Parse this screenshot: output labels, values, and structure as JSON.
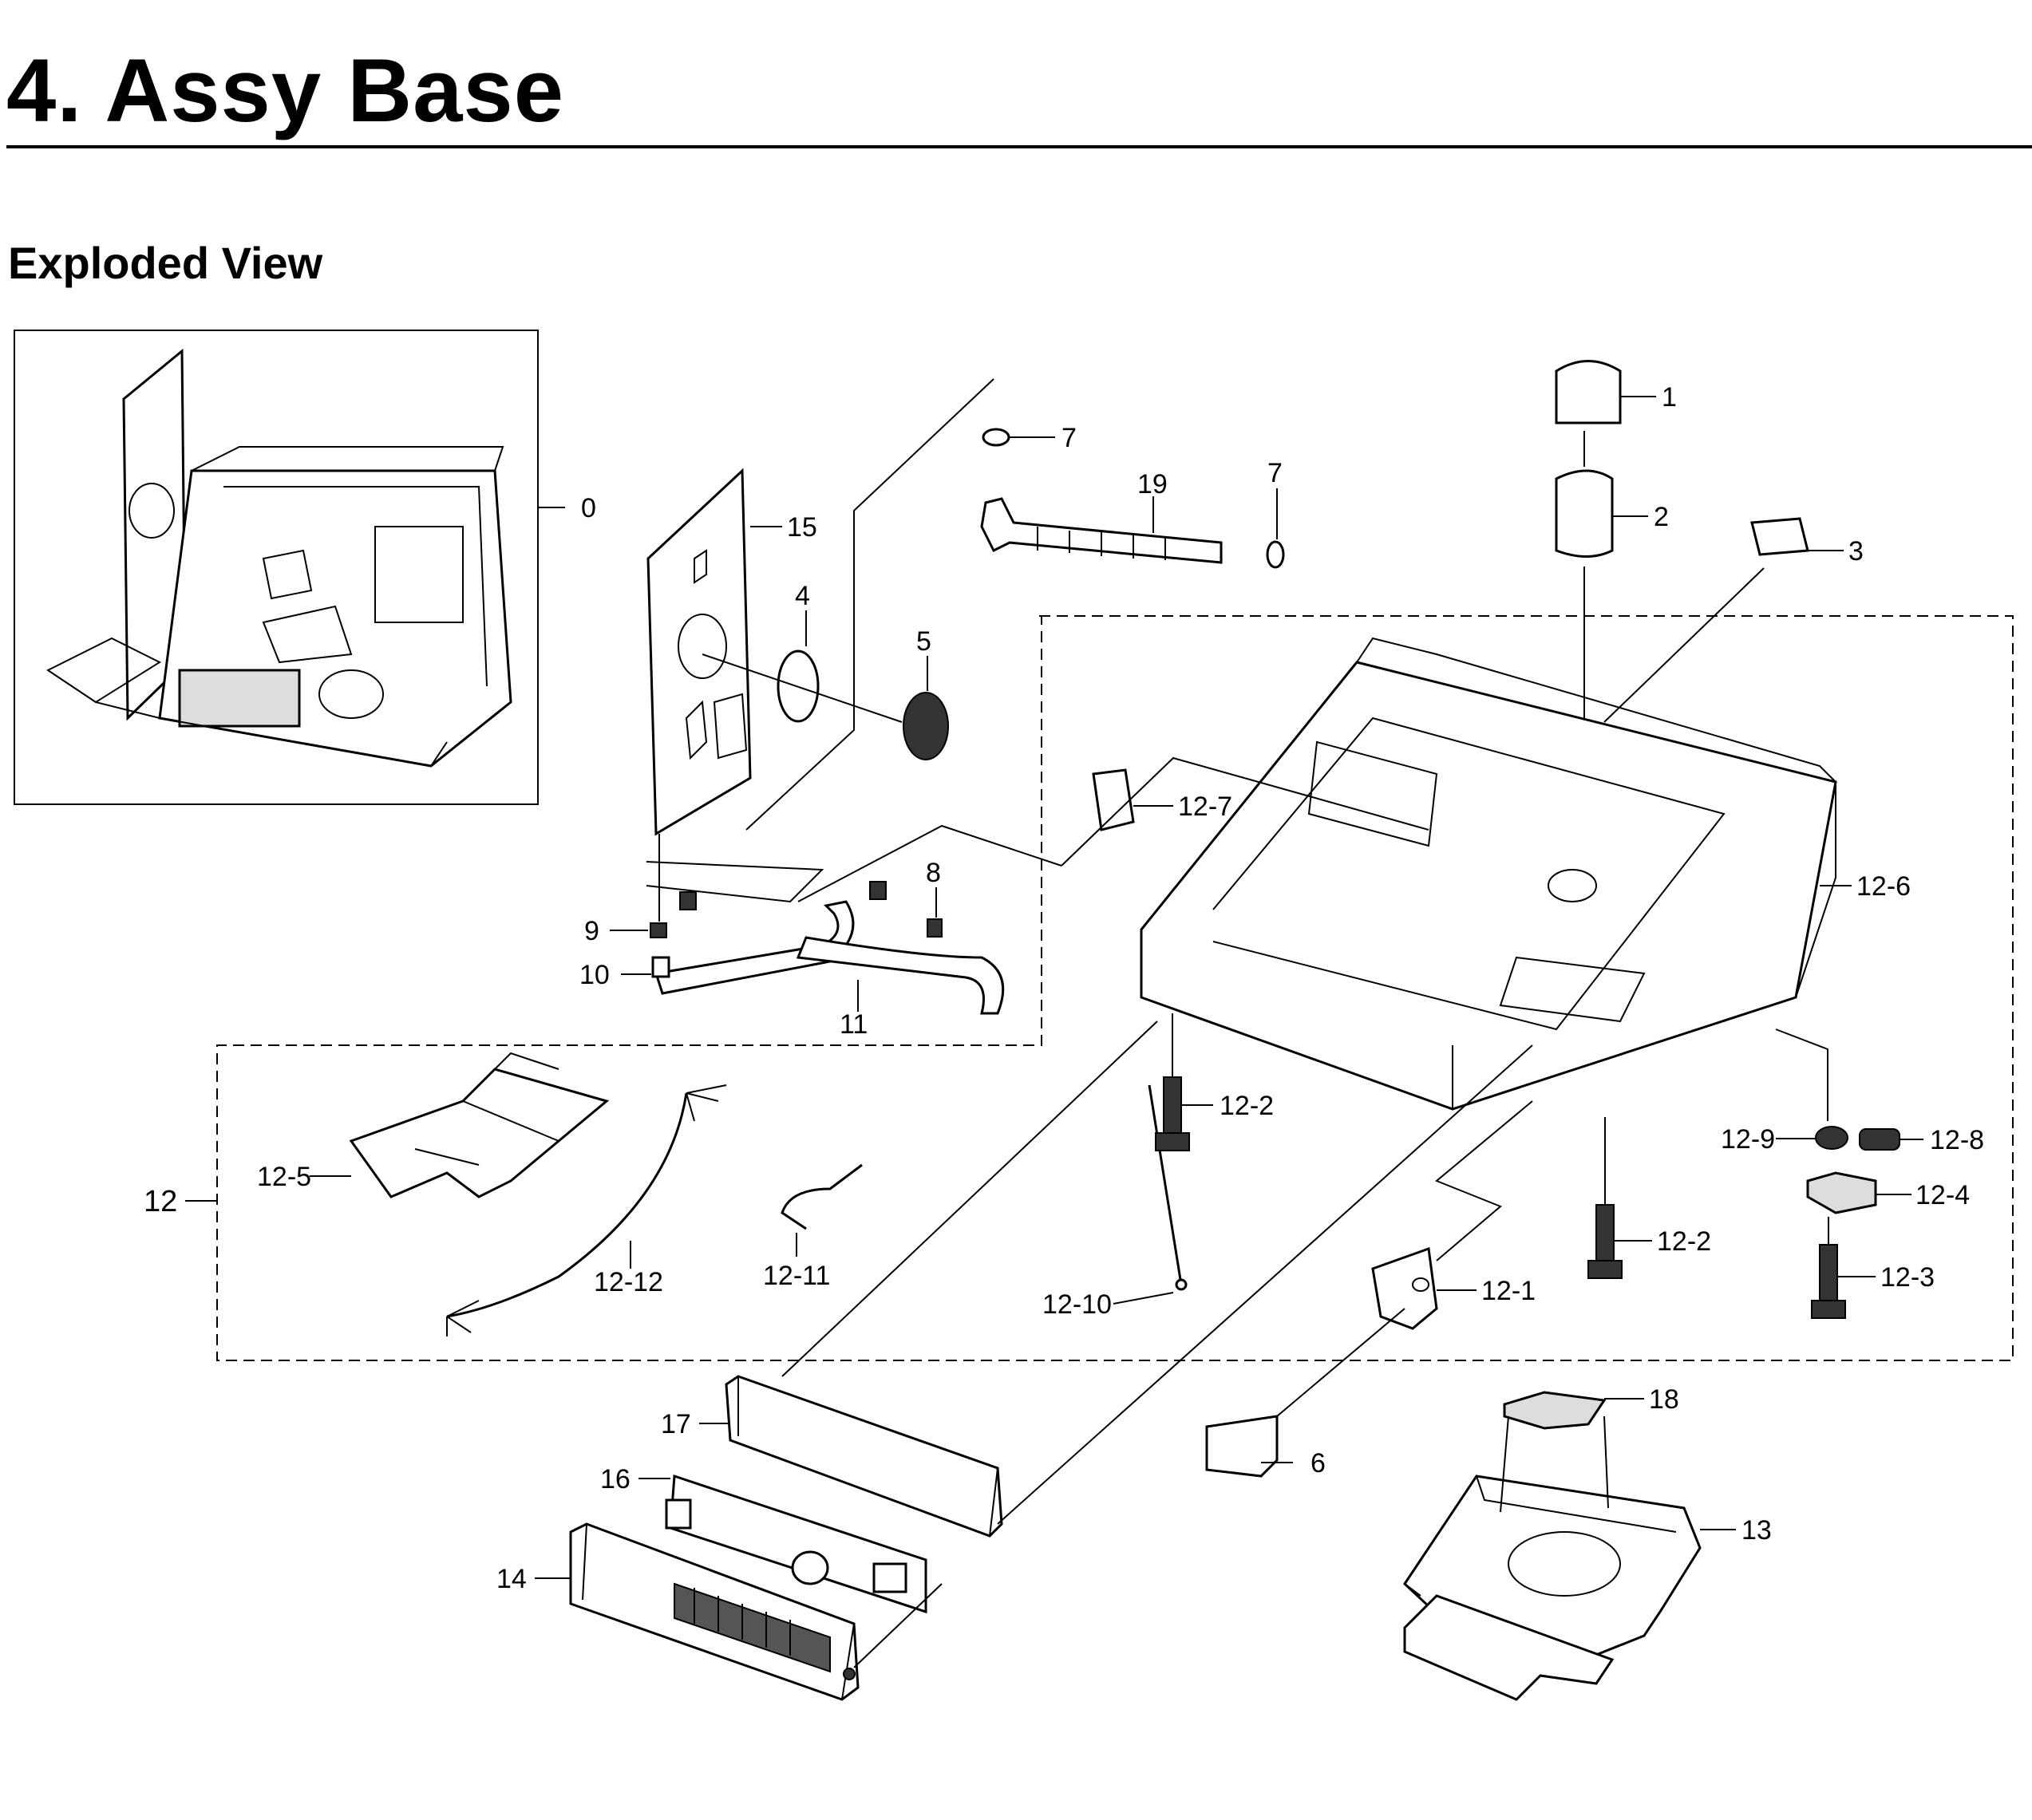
{
  "header": {
    "title": "4.  Assy Base",
    "subtitle": "Exploded View"
  },
  "labels": {
    "p0": "0",
    "p1": "1",
    "p2": "2",
    "p3": "3",
    "p4": "4",
    "p5": "5",
    "p6": "6",
    "p7a": "7",
    "p7b": "7",
    "p8": "8",
    "p9": "9",
    "p10": "10",
    "p11": "11",
    "p12": "12",
    "p12_1": "12-1",
    "p12_2a": "12-2",
    "p12_2b": "12-2",
    "p12_3": "12-3",
    "p12_4": "12-4",
    "p12_5": "12-5",
    "p12_6": "12-6",
    "p12_7": "12-7",
    "p12_8": "12-8",
    "p12_9": "12-9",
    "p12_10": "12-10",
    "p12_11": "12-11",
    "p12_12": "12-12",
    "p13": "13",
    "p14": "14",
    "p15": "15",
    "p16": "16",
    "p17": "17",
    "p18": "18",
    "p19": "19"
  }
}
